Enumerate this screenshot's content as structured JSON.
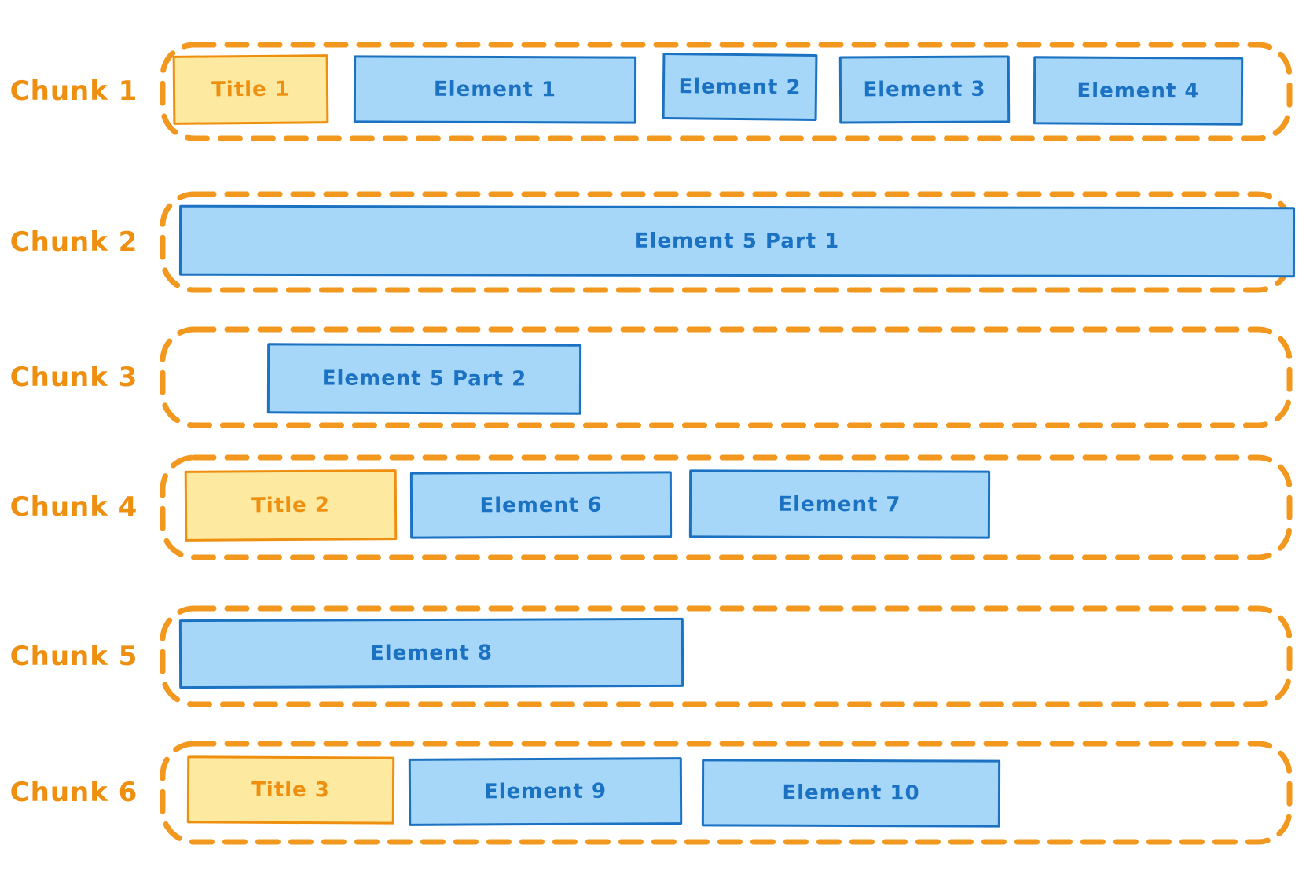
{
  "colors": {
    "background": "#ffffff",
    "orange": "#ee8f10",
    "orange_dash": "#f2981f",
    "yellow_fill": "#fdeaa0",
    "blue_fill": "#a6d7f9",
    "blue_stroke": "#1b72c2"
  },
  "chunks": [
    {
      "label": "Chunk 1",
      "boxes": [
        {
          "text": "Title 1",
          "kind": "title"
        },
        {
          "text": "Element 1",
          "kind": "element"
        },
        {
          "text": "Element 2",
          "kind": "element"
        },
        {
          "text": "Element 3",
          "kind": "element"
        },
        {
          "text": "Element 4",
          "kind": "element"
        }
      ]
    },
    {
      "label": "Chunk 2",
      "boxes": [
        {
          "text": "Element 5 Part 1",
          "kind": "element"
        }
      ]
    },
    {
      "label": "Chunk 3",
      "boxes": [
        {
          "text": "Element 5 Part 2",
          "kind": "element"
        }
      ]
    },
    {
      "label": "Chunk 4",
      "boxes": [
        {
          "text": "Title 2",
          "kind": "title"
        },
        {
          "text": "Element 6",
          "kind": "element"
        },
        {
          "text": "Element 7",
          "kind": "element"
        }
      ]
    },
    {
      "label": "Chunk 5",
      "boxes": [
        {
          "text": "Element 8",
          "kind": "element"
        }
      ]
    },
    {
      "label": "Chunk 6",
      "boxes": [
        {
          "text": "Title 3",
          "kind": "title"
        },
        {
          "text": "Element 9",
          "kind": "element"
        },
        {
          "text": "Element 10",
          "kind": "element"
        }
      ]
    }
  ]
}
